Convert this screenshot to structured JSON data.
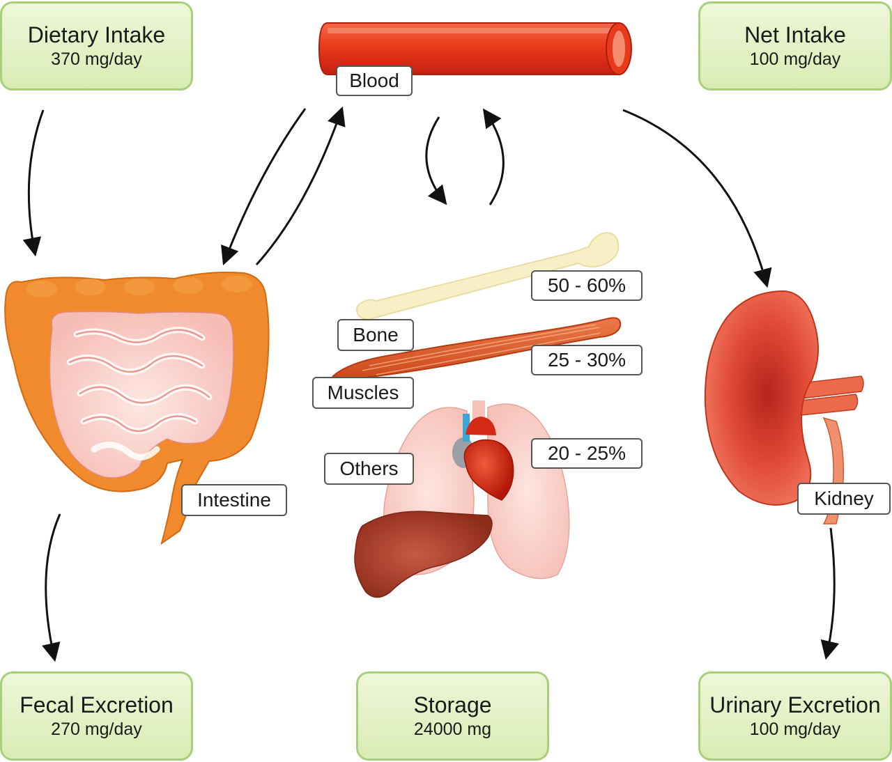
{
  "boxes": {
    "dietary": {
      "title": "Dietary Intake",
      "value": "370 mg/day"
    },
    "net": {
      "title": "Net Intake",
      "value": "100 mg/day"
    },
    "fecal": {
      "title": "Fecal Excretion",
      "value": "270 mg/day"
    },
    "storage": {
      "title": "Storage",
      "value": "24000 mg"
    },
    "urinary": {
      "title": "Urinary Excretion",
      "value": "100 mg/day"
    }
  },
  "labels": {
    "blood": "Blood",
    "intestine": "Intestine",
    "kidney": "Kidney",
    "bone": "Bone",
    "muscles": "Muscles",
    "others": "Others"
  },
  "percentages": {
    "bone": "50 - 60%",
    "muscles": "25 - 30%",
    "others": "20 - 25%"
  },
  "icons": [
    "blood-vessel-icon",
    "intestine-icon",
    "bone-icon",
    "muscle-icon",
    "organs-icon",
    "kidney-icon"
  ],
  "colors": {
    "box_fill": "#d9ecb4",
    "box_border": "#a8cf7a",
    "vessel": "#e8341c",
    "intestine_outer": "#f08a2c",
    "intestine_inner": "#f9c9c4",
    "bone": "#f5efc4",
    "muscle": "#dc5a2a",
    "kidney": "#e8543a",
    "liver": "#a8402c",
    "heart": "#e02818"
  }
}
